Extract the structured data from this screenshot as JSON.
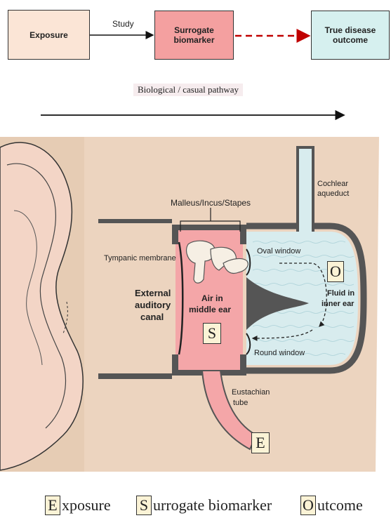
{
  "flow": {
    "exposure_label": "Exposure",
    "study_label": "Study",
    "surrogate_label": "Surrogate biomarker",
    "outcome_label": "True disease outcome",
    "pathway_label": "Biological / casual pathway"
  },
  "anatomy": {
    "ossicles_label": "Malleus/Incus/Stapes",
    "cochlear_label_1": "Cochlear",
    "cochlear_label_2": "aqueduct",
    "tympanic_label": "Tympanic membrane",
    "canal_label_1": "External",
    "canal_label_2": "auditory",
    "canal_label_3": "canal",
    "middle_ear_label_1": "Air in",
    "middle_ear_label_2": "middle ear",
    "oval_window_label": "Oval window",
    "round_window_label": "Round window",
    "fluid_label_1": "Fluid in",
    "fluid_label_2": "inner ear",
    "eustachian_label_1": "Eustachian",
    "eustachian_label_2": "tube",
    "marker_s": "S",
    "marker_o": "O",
    "marker_e": "E"
  },
  "legend": {
    "e_letter": "E",
    "e_rest": "xposure",
    "s_letter": "S",
    "s_rest": "urrogate biomarker",
    "o_letter": "O",
    "o_rest": "utcome"
  },
  "colors": {
    "exposure_fill": "#fbe5d6",
    "surrogate_fill": "#f4a0a0",
    "outcome_fill": "#d6f0ef",
    "dashed_arrow": "#c00000",
    "air_fill": "#f4a6a8",
    "fluid_fill": "#d8ecee",
    "skin": "#ecd4bf",
    "wall": "#555555"
  }
}
